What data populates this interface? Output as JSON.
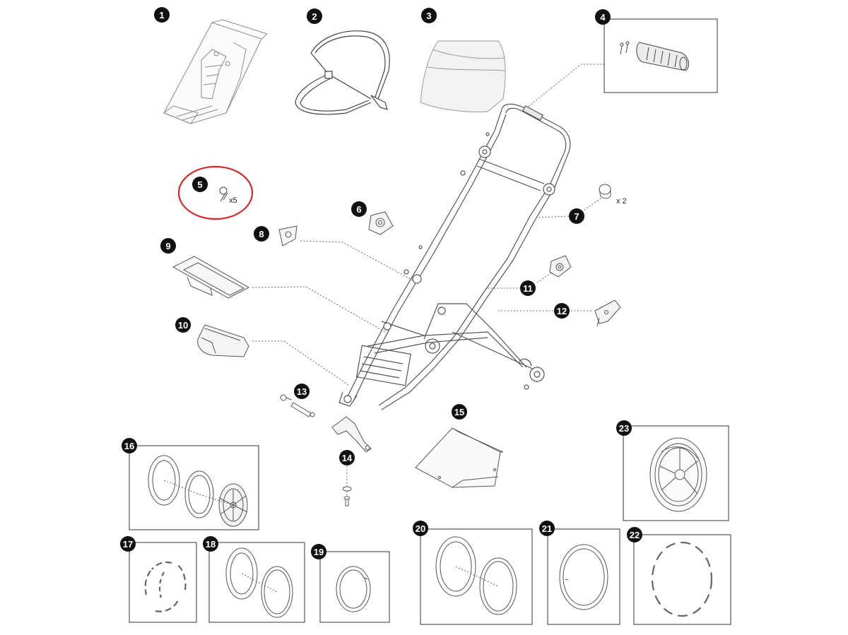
{
  "colors": {
    "line": "#555555",
    "light_line": "#8a8a8a",
    "badge": "#111111",
    "badge_text": "#ffffff",
    "highlight": "#d62828",
    "box": "#333333"
  },
  "parts": [
    {
      "number": "1",
      "name": "seat-insert"
    },
    {
      "number": "2",
      "name": "canopy-frame"
    },
    {
      "number": "3",
      "name": "canopy-fabric"
    },
    {
      "number": "4",
      "name": "handlebar-grip-with-screws"
    },
    {
      "number": "5",
      "name": "screw",
      "quantity": "x5",
      "highlighted": true
    },
    {
      "number": "6",
      "name": "fold-hinge-cap"
    },
    {
      "number": "7",
      "name": "end-cap",
      "quantity": "x 2"
    },
    {
      "number": "8",
      "name": "mount-bracket"
    },
    {
      "number": "9",
      "name": "footrest-plate"
    },
    {
      "number": "10",
      "name": "bumper-cover"
    },
    {
      "number": "11",
      "name": "rear-hinge-cover"
    },
    {
      "number": "12",
      "name": "brake-clip"
    },
    {
      "number": "13",
      "name": "axle-bolt-set"
    },
    {
      "number": "14",
      "name": "front-fork-swivel"
    },
    {
      "number": "15",
      "name": "storage-basket"
    },
    {
      "number": "16",
      "name": "front-wheel-assembly"
    },
    {
      "number": "17",
      "name": "reflector-strips"
    },
    {
      "number": "18",
      "name": "front-tire-and-tube"
    },
    {
      "number": "19",
      "name": "front-inner-tube"
    },
    {
      "number": "20",
      "name": "rear-tire-and-tube"
    },
    {
      "number": "21",
      "name": "rear-inner-tube"
    },
    {
      "number": "22",
      "name": "rear-reflector-strips"
    },
    {
      "number": "23",
      "name": "rear-wheel-assembly"
    }
  ]
}
